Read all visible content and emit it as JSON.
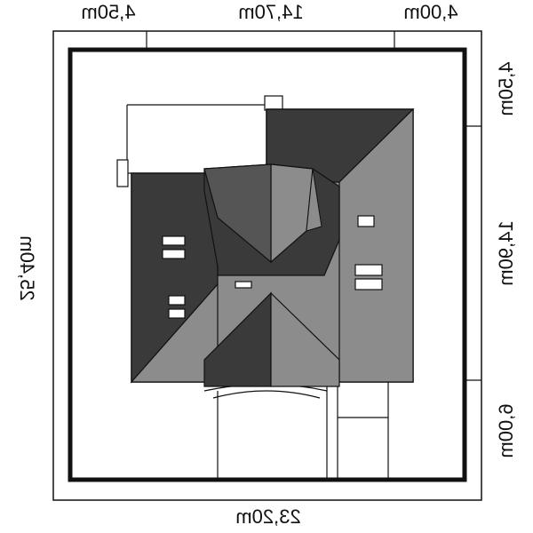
{
  "dimensions": {
    "top": [
      "4,50m",
      "14,70m",
      "4,00m"
    ],
    "bottom": "23,20m",
    "left": "25,40m",
    "right": [
      "4,50m",
      "14,90m",
      "6,00m"
    ]
  },
  "colors": {
    "roof_dark": "#3a3a3a",
    "roof_mid": "#555555",
    "roof_light": "#8c8c8c",
    "plot_border": "#111111",
    "background": "#ffffff"
  }
}
